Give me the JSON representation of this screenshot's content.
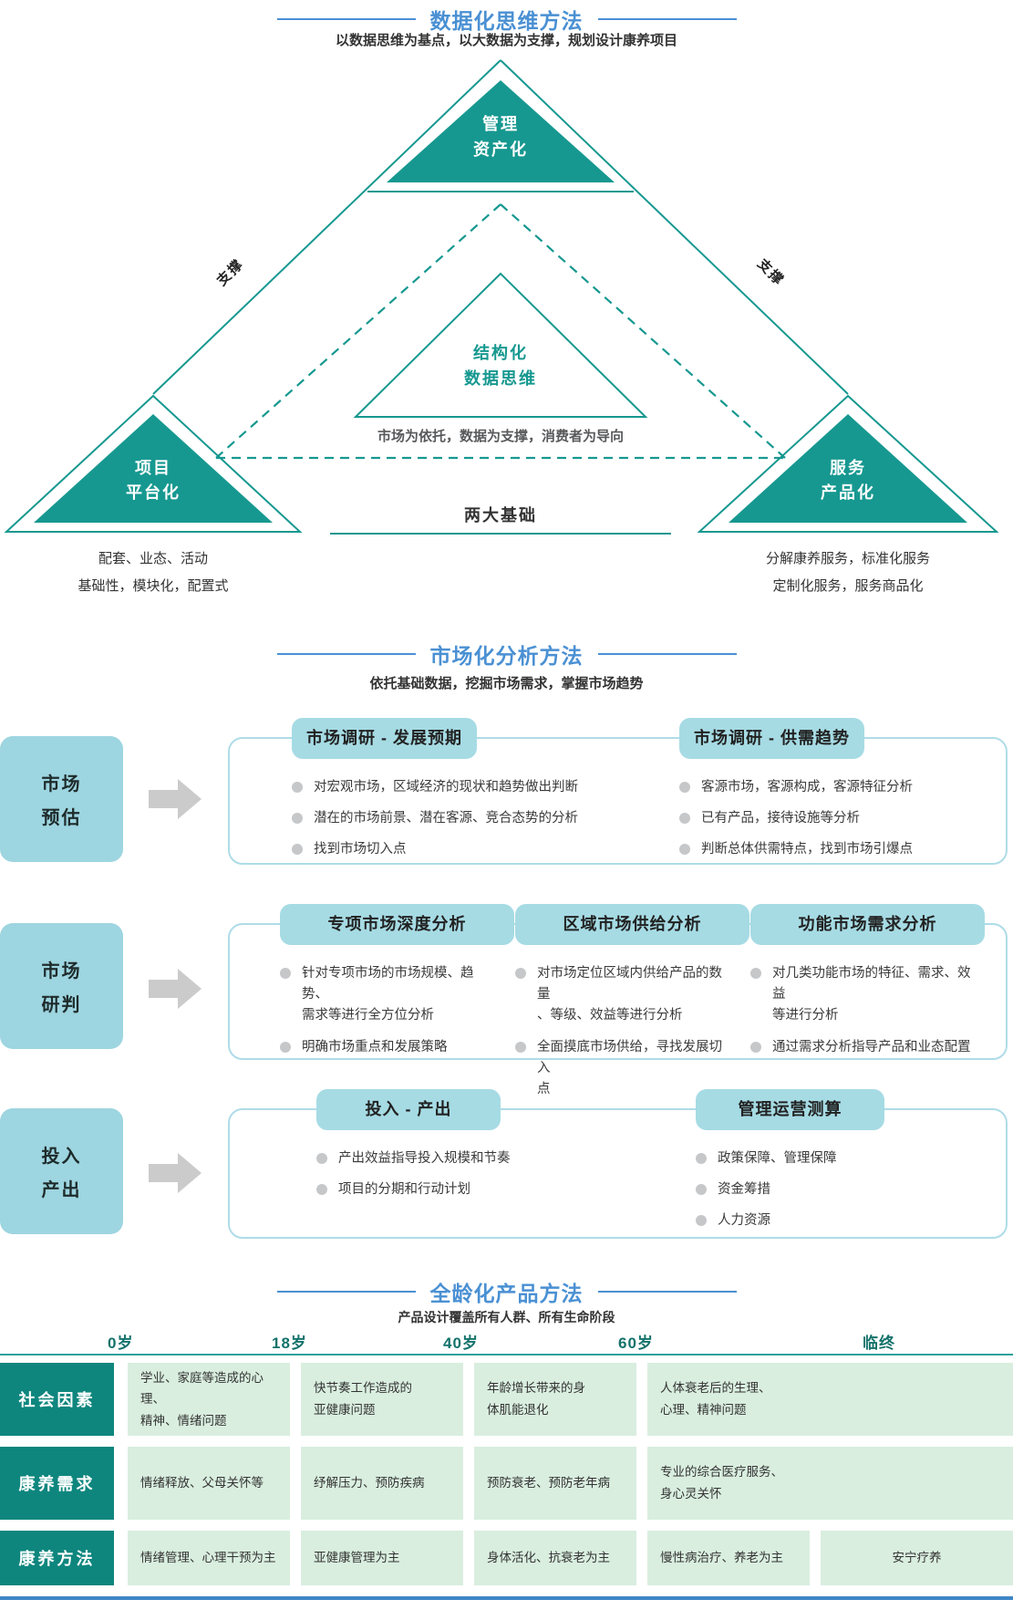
{
  "colors": {
    "teal": "#169890",
    "teal_dark": "#0e867e",
    "title_blue": "#4a90d3",
    "label_blue": "#9dd5e0",
    "pill_blue": "#a6dbe4",
    "cell_green": "#d9eedf",
    "arrow_gray": "#cbcbcb"
  },
  "data_section": {
    "title": "数据化思维方法",
    "subtitle": "以数据思维为基点，以大数据为支撑，规划设计康养项目",
    "pyramid": {
      "top": [
        "管理",
        "资产化"
      ],
      "middle": [
        "结构化",
        "数据思维"
      ],
      "left": [
        "项目",
        "平台化"
      ],
      "right": [
        "服务",
        "产品化"
      ],
      "support_left": "支撑",
      "support_right": "支撑",
      "middle_caption": "市场为依托，数据为支撑，消费者为导向",
      "base_caption": "两大基础",
      "left_notes": [
        "配套、业态、活动",
        "基础性，模块化，配置式"
      ],
      "right_notes": [
        "分解康养服务，标准化服务",
        "定制化服务，服务商品化"
      ]
    }
  },
  "market_section": {
    "title": "市场化分析方法",
    "subtitle": "依托基础数据，挖掘市场需求，掌握市场趋势",
    "rows": [
      {
        "label": [
          "市场",
          "预估"
        ],
        "columns": [
          {
            "pill": "市场调研 - 发展预期",
            "bullets": [
              "对宏观市场，区域经济的现状和趋势做出判断",
              "潜在的市场前景、潜在客源、竞合态势的分析",
              "找到市场切入点"
            ]
          },
          {
            "pill": "市场调研 - 供需趋势",
            "bullets": [
              "客源市场，客源构成，客源特征分析",
              "已有产品，接待设施等分析",
              "判断总体供需特点，找到市场引爆点"
            ]
          }
        ]
      },
      {
        "label": [
          "市场",
          "研判"
        ],
        "columns": [
          {
            "pill": "专项市场深度分析",
            "bullets": [
              "针对专项市场的市场规模、趋势、\n需求等进行全方位分析",
              "明确市场重点和发展策略"
            ]
          },
          {
            "pill": "区域市场供给分析",
            "bullets": [
              "对市场定位区域内供给产品的数量\n、等级、效益等进行分析",
              "全面摸底市场供给，寻找发展切入\n点"
            ]
          },
          {
            "pill": "功能市场需求分析",
            "bullets": [
              "对几类功能市场的特征、需求、效益\n等进行分析",
              "通过需求分析指导产品和业态配置"
            ]
          }
        ]
      },
      {
        "label": [
          "投入",
          "产出"
        ],
        "columns": [
          {
            "pill": "投入 - 产出",
            "bullets": [
              "产出效益指导投入规模和节奏",
              "项目的分期和行动计划"
            ]
          },
          {
            "pill": "管理运营测算",
            "bullets": [
              "政策保障、管理保障",
              "资金筹措",
              "人力资源"
            ]
          }
        ]
      }
    ]
  },
  "product_section": {
    "title": "全龄化产品方法",
    "subtitle": "产品设计覆盖所有人群、所有生命阶段",
    "ages": [
      "0岁",
      "18岁",
      "40岁",
      "60岁",
      "临终"
    ],
    "rows": [
      {
        "header": "社会因素",
        "cells": [
          "学业、家庭等造成的心理、\n精神、情绪问题",
          "快节奏工作造成的\n亚健康问题",
          "年龄增长带来的身\n体肌能退化",
          "人体衰老后的生理、\n心理、精神问题"
        ]
      },
      {
        "header": "康养需求",
        "cells": [
          "情绪释放、父母关怀等",
          "纾解压力、预防疾病",
          "预防衰老、预防老年病",
          "专业的综合医疗服务、\n身心灵关怀"
        ]
      },
      {
        "header": "康养方法",
        "cells": [
          "情绪管理、心理干预为主",
          "亚健康管理为主",
          "身体活化、抗衰老为主",
          "慢性病治疗、养老为主",
          "安宁疗养"
        ]
      }
    ]
  }
}
